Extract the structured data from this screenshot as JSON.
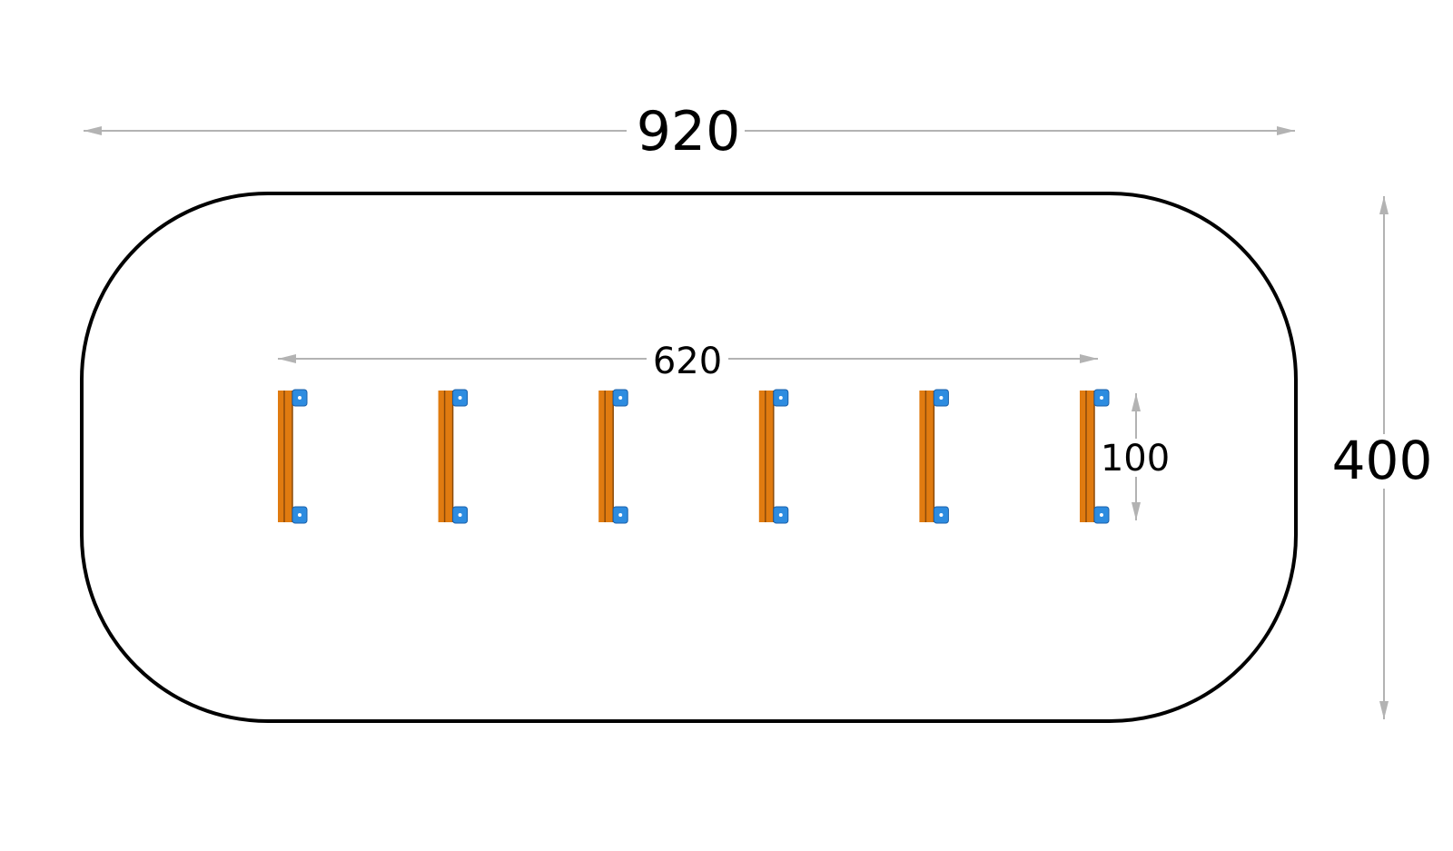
{
  "dimensions": {
    "overall_length": "920",
    "overall_width": "400",
    "post_span": "620",
    "post_depth": "100"
  },
  "components": {
    "post_count": 6
  },
  "colors": {
    "outline": "#000000",
    "dimension_line": "#b3b3b3",
    "wood": "#e07b10",
    "wood_dark": "#8a4a0a",
    "clamp": "#2d8ce0",
    "clamp_dark": "#1a5fa8"
  }
}
